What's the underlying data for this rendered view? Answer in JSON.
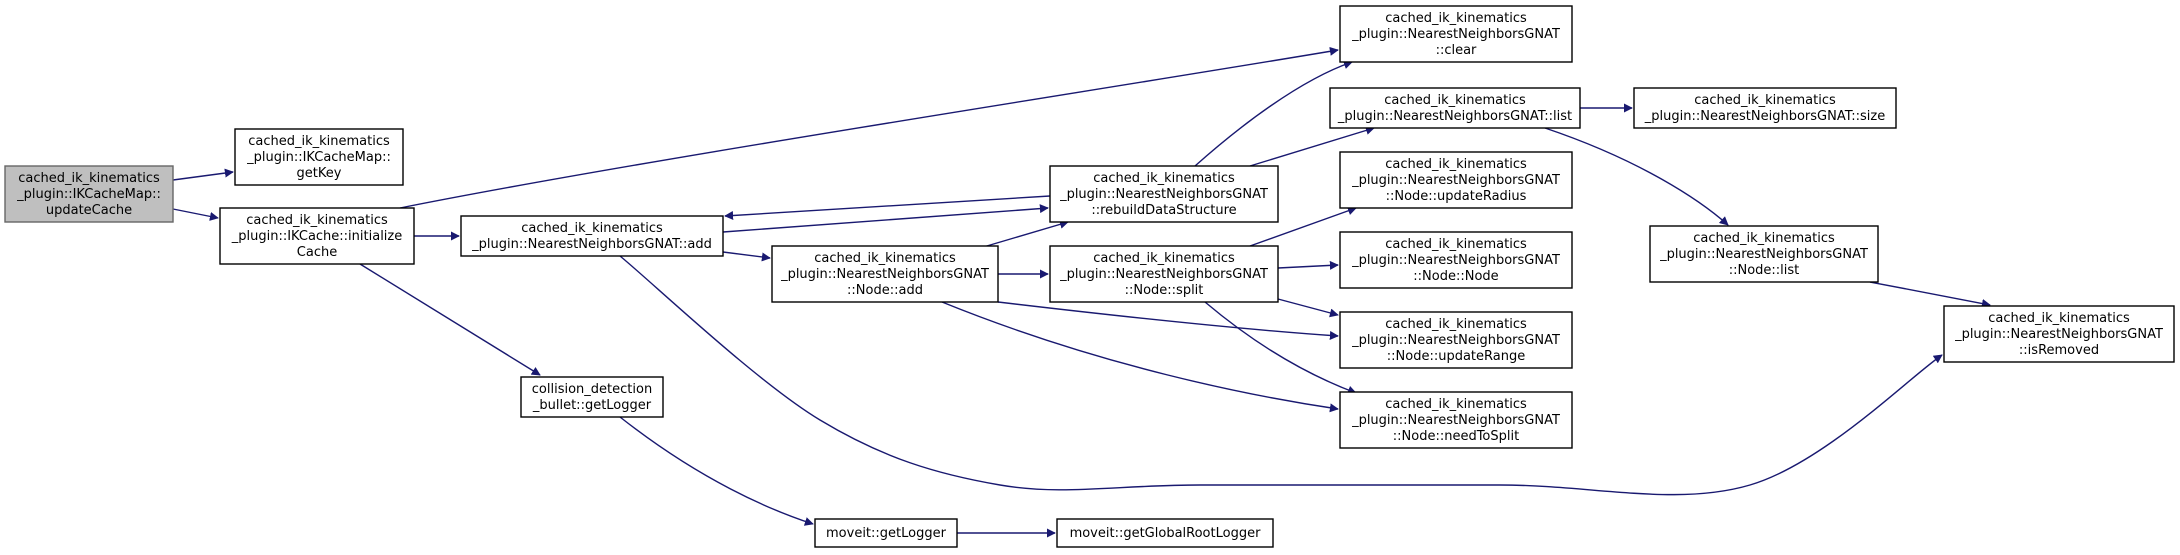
{
  "diagram": {
    "nodes": [
      {
        "id": "n_updatecache",
        "root": true,
        "lines": [
          "cached_ik_kinematics",
          "_plugin::IKCacheMap::",
          "updateCache"
        ]
      },
      {
        "id": "n_getkey",
        "lines": [
          "cached_ik_kinematics",
          "_plugin::IKCacheMap::",
          "getKey"
        ]
      },
      {
        "id": "n_initcache",
        "lines": [
          "cached_ik_kinematics",
          "_plugin::IKCache::initialize",
          "Cache"
        ]
      },
      {
        "id": "n_gnat_add",
        "lines": [
          "cached_ik_kinematics",
          "_plugin::NearestNeighborsGNAT::add"
        ]
      },
      {
        "id": "n_node_add",
        "lines": [
          "cached_ik_kinematics",
          "_plugin::NearestNeighborsGNAT",
          "::Node::add"
        ]
      },
      {
        "id": "n_rebuild",
        "lines": [
          "cached_ik_kinematics",
          "_plugin::NearestNeighborsGNAT",
          "::rebuildDataStructure"
        ]
      },
      {
        "id": "n_split",
        "lines": [
          "cached_ik_kinematics",
          "_plugin::NearestNeighborsGNAT",
          "::Node::split"
        ]
      },
      {
        "id": "n_clear",
        "lines": [
          "cached_ik_kinematics",
          "_plugin::NearestNeighborsGNAT",
          "::clear"
        ]
      },
      {
        "id": "n_list",
        "lines": [
          "cached_ik_kinematics",
          "_plugin::NearestNeighborsGNAT::list"
        ]
      },
      {
        "id": "n_size",
        "lines": [
          "cached_ik_kinematics",
          "_plugin::NearestNeighborsGNAT::size"
        ]
      },
      {
        "id": "n_updateradius",
        "lines": [
          "cached_ik_kinematics",
          "_plugin::NearestNeighborsGNAT",
          "::Node::updateRadius"
        ]
      },
      {
        "id": "n_node",
        "lines": [
          "cached_ik_kinematics",
          "_plugin::NearestNeighborsGNAT",
          "::Node::Node"
        ]
      },
      {
        "id": "n_updaterange",
        "lines": [
          "cached_ik_kinematics",
          "_plugin::NearestNeighborsGNAT",
          "::Node::updateRange"
        ]
      },
      {
        "id": "n_needtosplit",
        "lines": [
          "cached_ik_kinematics",
          "_plugin::NearestNeighborsGNAT",
          "::Node::needToSplit"
        ]
      },
      {
        "id": "n_node_list",
        "lines": [
          "cached_ik_kinematics",
          "_plugin::NearestNeighborsGNAT",
          "::Node::list"
        ]
      },
      {
        "id": "n_isremoved",
        "lines": [
          "cached_ik_kinematics",
          "_plugin::NearestNeighborsGNAT",
          "::isRemoved"
        ]
      },
      {
        "id": "n_bullet_logger",
        "lines": [
          "collision_detection",
          "_bullet::getLogger"
        ]
      },
      {
        "id": "n_moveit_logger",
        "lines": [
          "moveit::getLogger"
        ]
      },
      {
        "id": "n_root_logger",
        "lines": [
          "moveit::getGlobalRootLogger"
        ]
      }
    ],
    "edges": [
      {
        "from": "n_updatecache",
        "to": "n_getkey"
      },
      {
        "from": "n_updatecache",
        "to": "n_initcache"
      },
      {
        "from": "n_initcache",
        "to": "n_clear"
      },
      {
        "from": "n_initcache",
        "to": "n_gnat_add"
      },
      {
        "from": "n_initcache",
        "to": "n_bullet_logger"
      },
      {
        "from": "n_gnat_add",
        "to": "n_rebuild"
      },
      {
        "from": "n_gnat_add",
        "to": "n_node_add"
      },
      {
        "from": "n_gnat_add",
        "to": "n_isremoved"
      },
      {
        "from": "n_rebuild",
        "to": "n_gnat_add"
      },
      {
        "from": "n_rebuild",
        "to": "n_clear"
      },
      {
        "from": "n_rebuild",
        "to": "n_list"
      },
      {
        "from": "n_node_add",
        "to": "n_rebuild"
      },
      {
        "from": "n_node_add",
        "to": "n_split"
      },
      {
        "from": "n_node_add",
        "to": "n_updaterange"
      },
      {
        "from": "n_node_add",
        "to": "n_needtosplit"
      },
      {
        "from": "n_split",
        "to": "n_updateradius"
      },
      {
        "from": "n_split",
        "to": "n_node"
      },
      {
        "from": "n_split",
        "to": "n_updaterange"
      },
      {
        "from": "n_split",
        "to": "n_needtosplit"
      },
      {
        "from": "n_list",
        "to": "n_size"
      },
      {
        "from": "n_list",
        "to": "n_node_list"
      },
      {
        "from": "n_node_list",
        "to": "n_isremoved"
      },
      {
        "from": "n_bullet_logger",
        "to": "n_moveit_logger"
      },
      {
        "from": "n_moveit_logger",
        "to": "n_root_logger"
      }
    ]
  }
}
